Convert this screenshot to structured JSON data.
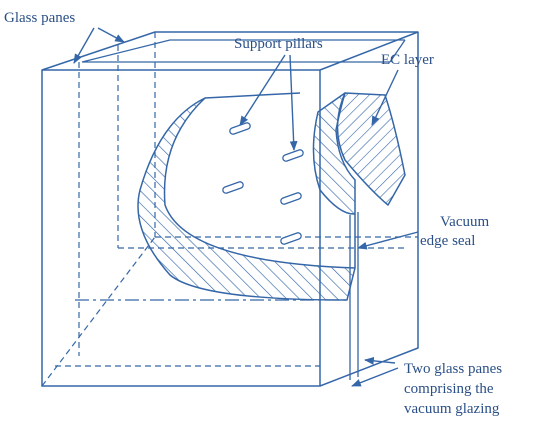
{
  "diagram": {
    "labels": {
      "glass_panes": "Glass panes",
      "support_pillars": "Support pillars",
      "ec_layer": "EC layer",
      "vacuum_seal_1": "Vacuum",
      "vacuum_seal_2": "edge seal",
      "bottom_1": "Two glass panes",
      "bottom_2": "comprising the",
      "bottom_3": "vacuum glazing"
    },
    "colors": {
      "line": "#3567a8",
      "text": "#2a4f87",
      "background": "#ffffff"
    }
  }
}
